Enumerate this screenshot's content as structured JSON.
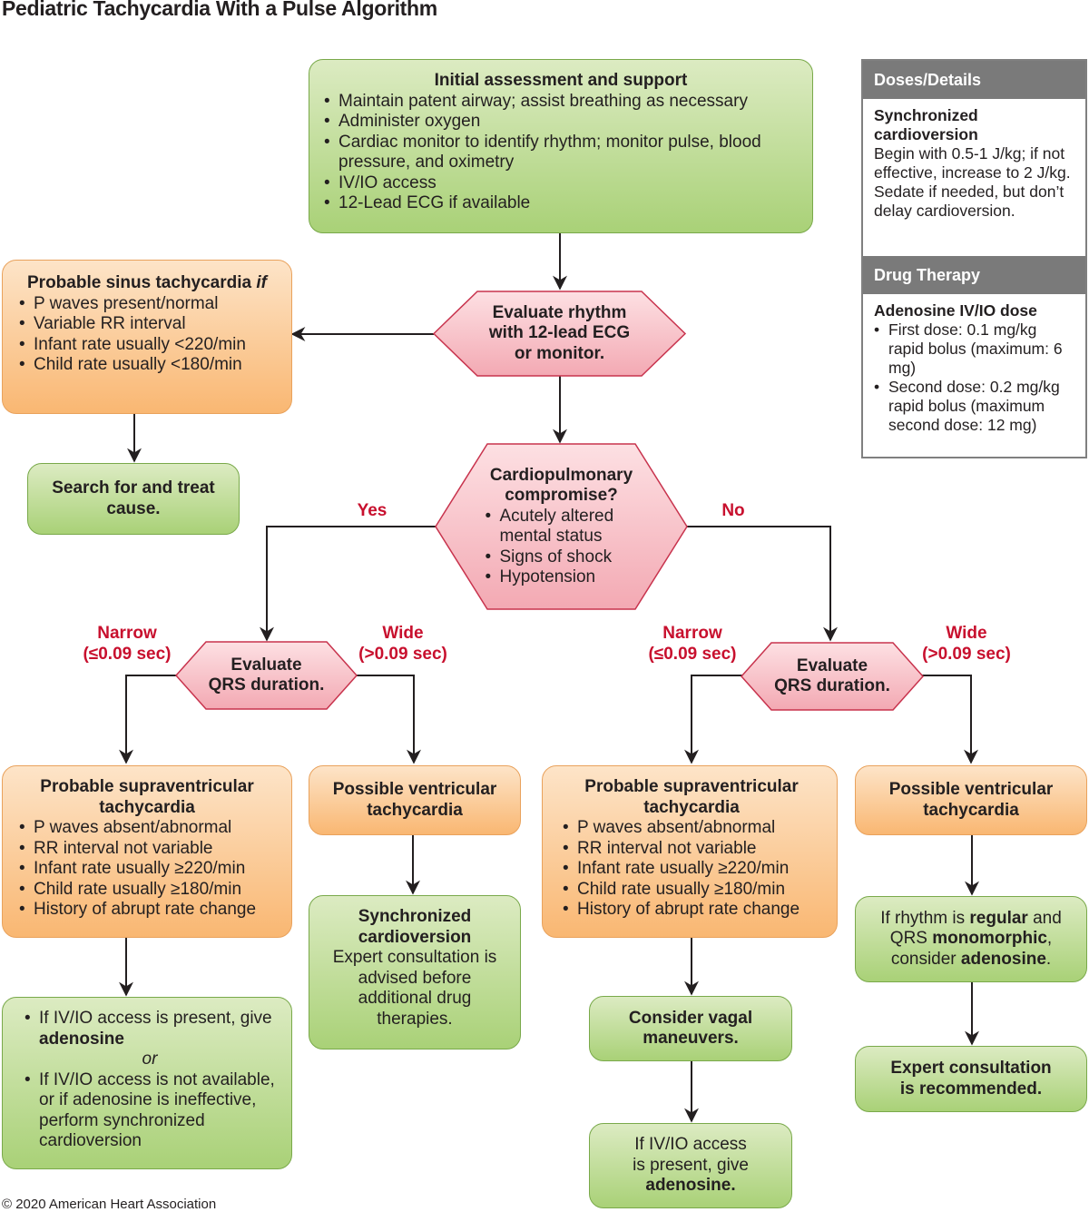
{
  "title": "Pediatric Tachycardia With a Pulse Algorithm",
  "copyright": "© 2020 American Heart Association",
  "colors": {
    "action_green": "#a9d177",
    "assessment_orange": "#f9b772",
    "decision_pink": "#f6b6bf",
    "label_red": "#c8102e",
    "sidebar_header_gray": "#7a7a7a"
  },
  "initial": {
    "heading": "Initial assessment and support",
    "items": [
      "Maintain patent airway; assist breathing as necessary",
      "Administer oxygen",
      "Cardiac monitor to identify rhythm; monitor pulse, blood pressure, and oximetry",
      "IV/IO access",
      "12-Lead ECG if available"
    ]
  },
  "evaluate_rhythm": {
    "text": "Evaluate rhythm with 12-lead ECG or monitor."
  },
  "sinus": {
    "heading": "Probable sinus tachycardia",
    "heading_italic": "if",
    "items": [
      "P waves present/normal",
      "Variable RR interval",
      "Infant rate usually <220/min",
      "Child rate usually <180/min"
    ]
  },
  "search_treat": {
    "text": "Search for and treat cause."
  },
  "compromise": {
    "heading": "Cardiopulmonary compromise?",
    "items": [
      "Acutely altered mental status",
      "Signs of shock",
      "Hypotension"
    ]
  },
  "labels": {
    "yes": "Yes",
    "no": "No",
    "narrow": "Narrow",
    "narrow_range": "(≤0.09 sec)",
    "wide": "Wide",
    "wide_range": "(>0.09 sec)"
  },
  "qrs": {
    "line1": "Evaluate",
    "line2": "QRS duration."
  },
  "svt": {
    "heading": "Probable supraventricular tachycardia",
    "items": [
      "P waves absent/abnormal",
      "RR interval not variable",
      "Infant rate usually ≥220/min",
      "Child rate usually ≥180/min",
      "History of abrupt rate change"
    ]
  },
  "vt": {
    "heading": "Possible ventricular tachycardia"
  },
  "yes_svt_action": {
    "item1_pre": "If IV/IO access is present, give ",
    "item1_bold": "adenosine",
    "or": "or",
    "item2": "If IV/IO access is not available, or if adenosine is ineffective, perform synchronized cardioversion"
  },
  "yes_vt_action": {
    "heading": "Synchronized cardioversion",
    "body": "Expert consultation is advised before additional drug therapies."
  },
  "vagal": {
    "text": "Consider vagal maneuvers."
  },
  "no_svt_adenosine": {
    "pre": "If IV/IO access is present, give ",
    "bold": "adenosine."
  },
  "no_vt_action": {
    "p1": "If rhythm is ",
    "b1": "regular",
    "p2": " and QRS ",
    "b2": "monomorphic",
    "p3": ", consider ",
    "b3": "adenosine",
    "p4": "."
  },
  "expert": {
    "text": "Expert consultation is recommended."
  },
  "sidebar": {
    "doses_header": "Doses/Details",
    "cardioversion_heading": "Synchronized cardioversion",
    "cardioversion_body": "Begin with 0.5-1 J/kg; if not effective, increase to 2 J/kg. Sedate if needed, but don’t delay cardioversion.",
    "drug_header": "Drug Therapy",
    "adenosine_heading": "Adenosine IV/IO dose",
    "adenosine_items": [
      "First dose: 0.1 mg/kg rapid bolus (maximum: 6 mg)",
      "Second dose: 0.2 mg/kg rapid bolus (maximum second dose: 12 mg)"
    ]
  }
}
